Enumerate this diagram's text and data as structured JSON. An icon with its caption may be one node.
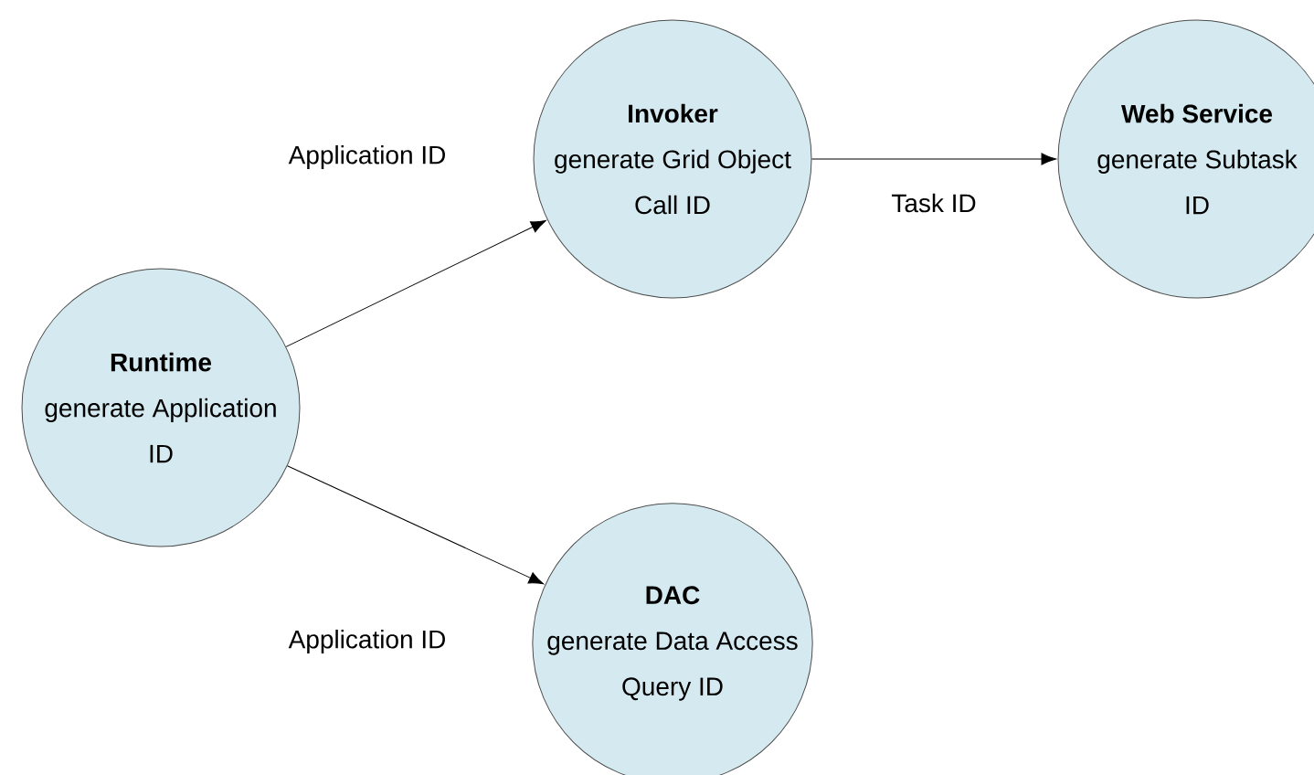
{
  "diagram": {
    "nodes": [
      {
        "text": [
          "Runtime",
          "generate Application ID"
        ]
      },
      {
        "text": [
          "Invoker",
          "generate Grid Object Call ID"
        ]
      },
      {
        "text": [
          "Web Service",
          "generate Subtask ID"
        ]
      },
      {
        "text": [
          "DAC",
          "generate Data Access Query ID"
        ]
      }
    ],
    "edges": [
      {
        "from": 0,
        "to": 1,
        "arrow": "to",
        "label": "Application ID"
      },
      {
        "from": 0,
        "to": 3,
        "arrow": "to",
        "label": "Application ID"
      },
      {
        "from": 1,
        "to": 2,
        "arrow": "to",
        "label": "Task ID"
      }
    ]
  }
}
